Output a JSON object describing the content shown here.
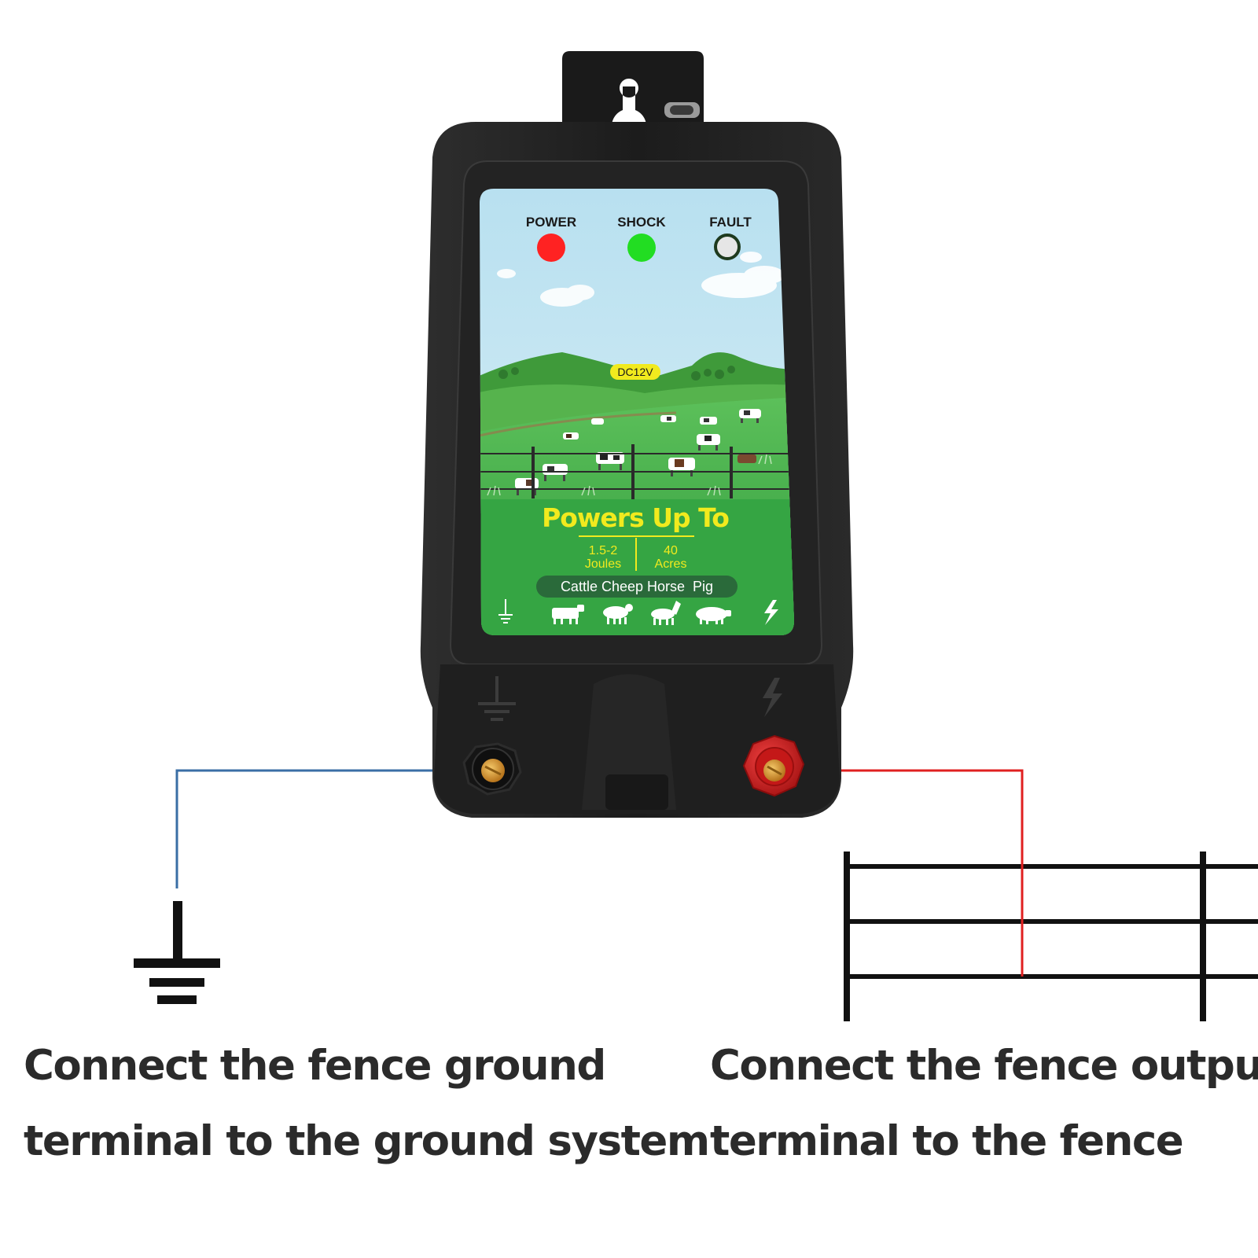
{
  "device": {
    "indicators": [
      {
        "label": "POWER",
        "color": "#ff2222"
      },
      {
        "label": "SHOCK",
        "color": "#22dd22"
      },
      {
        "label": "FAULT",
        "color": "#e6e6e6"
      }
    ],
    "voltage_badge": "DC12V",
    "headline": "Powers Up To",
    "spec_left_value": "1.5-2",
    "spec_left_unit": "Joules",
    "spec_right_value": "40",
    "spec_right_unit": "Acres",
    "animals_label": "Cattle Cheep Horse  Pig",
    "colors": {
      "body": "#1b1b1b",
      "sky": "#c5e6f1",
      "grass": "#3fa945",
      "headline": "#f1ea1e",
      "ground_wire": "#3a6ea5",
      "output_wire": "#e02020",
      "output_terminal": "#d42020",
      "ground_terminal": "#151515",
      "screw": "#d89a2a"
    },
    "icons": [
      "ground-symbol-icon",
      "lightning-icon",
      "cow-icon",
      "sheep-icon",
      "horse-icon",
      "pig-icon",
      "hanging-hole-icon"
    ]
  },
  "captions": {
    "left_line1": "Connect the fence ground",
    "left_line2": "terminal to the ground system",
    "right_line1": "Connect the fence output",
    "right_line2": "terminal to the fence"
  }
}
